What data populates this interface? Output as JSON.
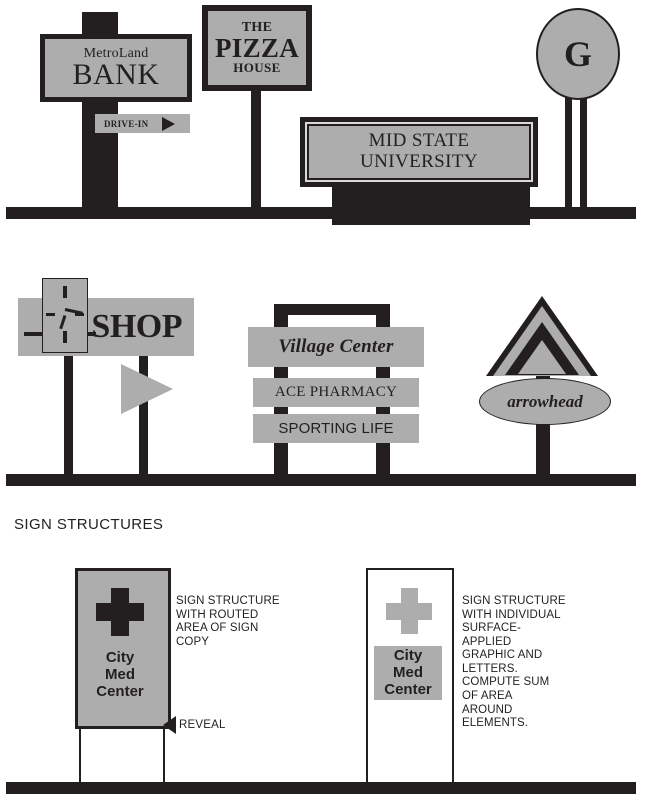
{
  "document": {
    "title": "Sign Structures illustration sheet",
    "section_heading": "SIGN STRUCTURES"
  },
  "colors": {
    "dark": "#231f20",
    "gray": "#adadad",
    "white": "#ffffff"
  },
  "row_top": {
    "signs": [
      {
        "id": "metroland-bank",
        "line1": "MetroLand",
        "line2": "BANK",
        "secondary_sign": {
          "label": "DRIVE-IN",
          "icon": "right-arrow-icon"
        }
      },
      {
        "id": "pizza-house",
        "line1": "THE",
        "line2": "PIZZA",
        "line3": "HOUSE"
      },
      {
        "id": "mid-state-university",
        "line1": "MID STATE",
        "line2": "UNIVERSITY"
      },
      {
        "id": "g-sign",
        "letter": "G"
      }
    ]
  },
  "row_middle": {
    "signs": [
      {
        "id": "shop",
        "label": "SHOP",
        "icon": "clock-icon",
        "accessory": "right-arrow-icon"
      },
      {
        "id": "village-center",
        "panels": [
          {
            "label": "Village Center",
            "style": "serif-bold-italic"
          },
          {
            "label": "ACE PHARMACY",
            "style": "serif"
          },
          {
            "label": "SPORTING LIFE",
            "style": "sans"
          }
        ]
      },
      {
        "id": "arrowhead",
        "label": "arrowhead",
        "icon": "triangle-outline-icon"
      }
    ]
  },
  "row_bottom": {
    "examples": [
      {
        "id": "routed-sign",
        "cabinet_text_lines": [
          "City",
          "Med",
          "Center"
        ],
        "graphic": "medical-cross-icon",
        "note": "SIGN STRUCTURE\nWITH ROUTED\nAREA OF SIGN\nCOPY",
        "callout": {
          "label": "REVEAL",
          "icon": "left-arrow-icon"
        }
      },
      {
        "id": "surface-applied-sign",
        "cabinet_text_lines": [
          "City",
          "Med",
          "Center"
        ],
        "graphic": "medical-cross-icon",
        "note": "SIGN STRUCTURE\nWITH INDIVIDUAL\nSURFACE-\nAPPLIED\nGRAPHIC AND\nLETTERS.\nCOMPUTE SUM\nOF AREA\nAROUND\nELEMENTS."
      }
    ]
  }
}
